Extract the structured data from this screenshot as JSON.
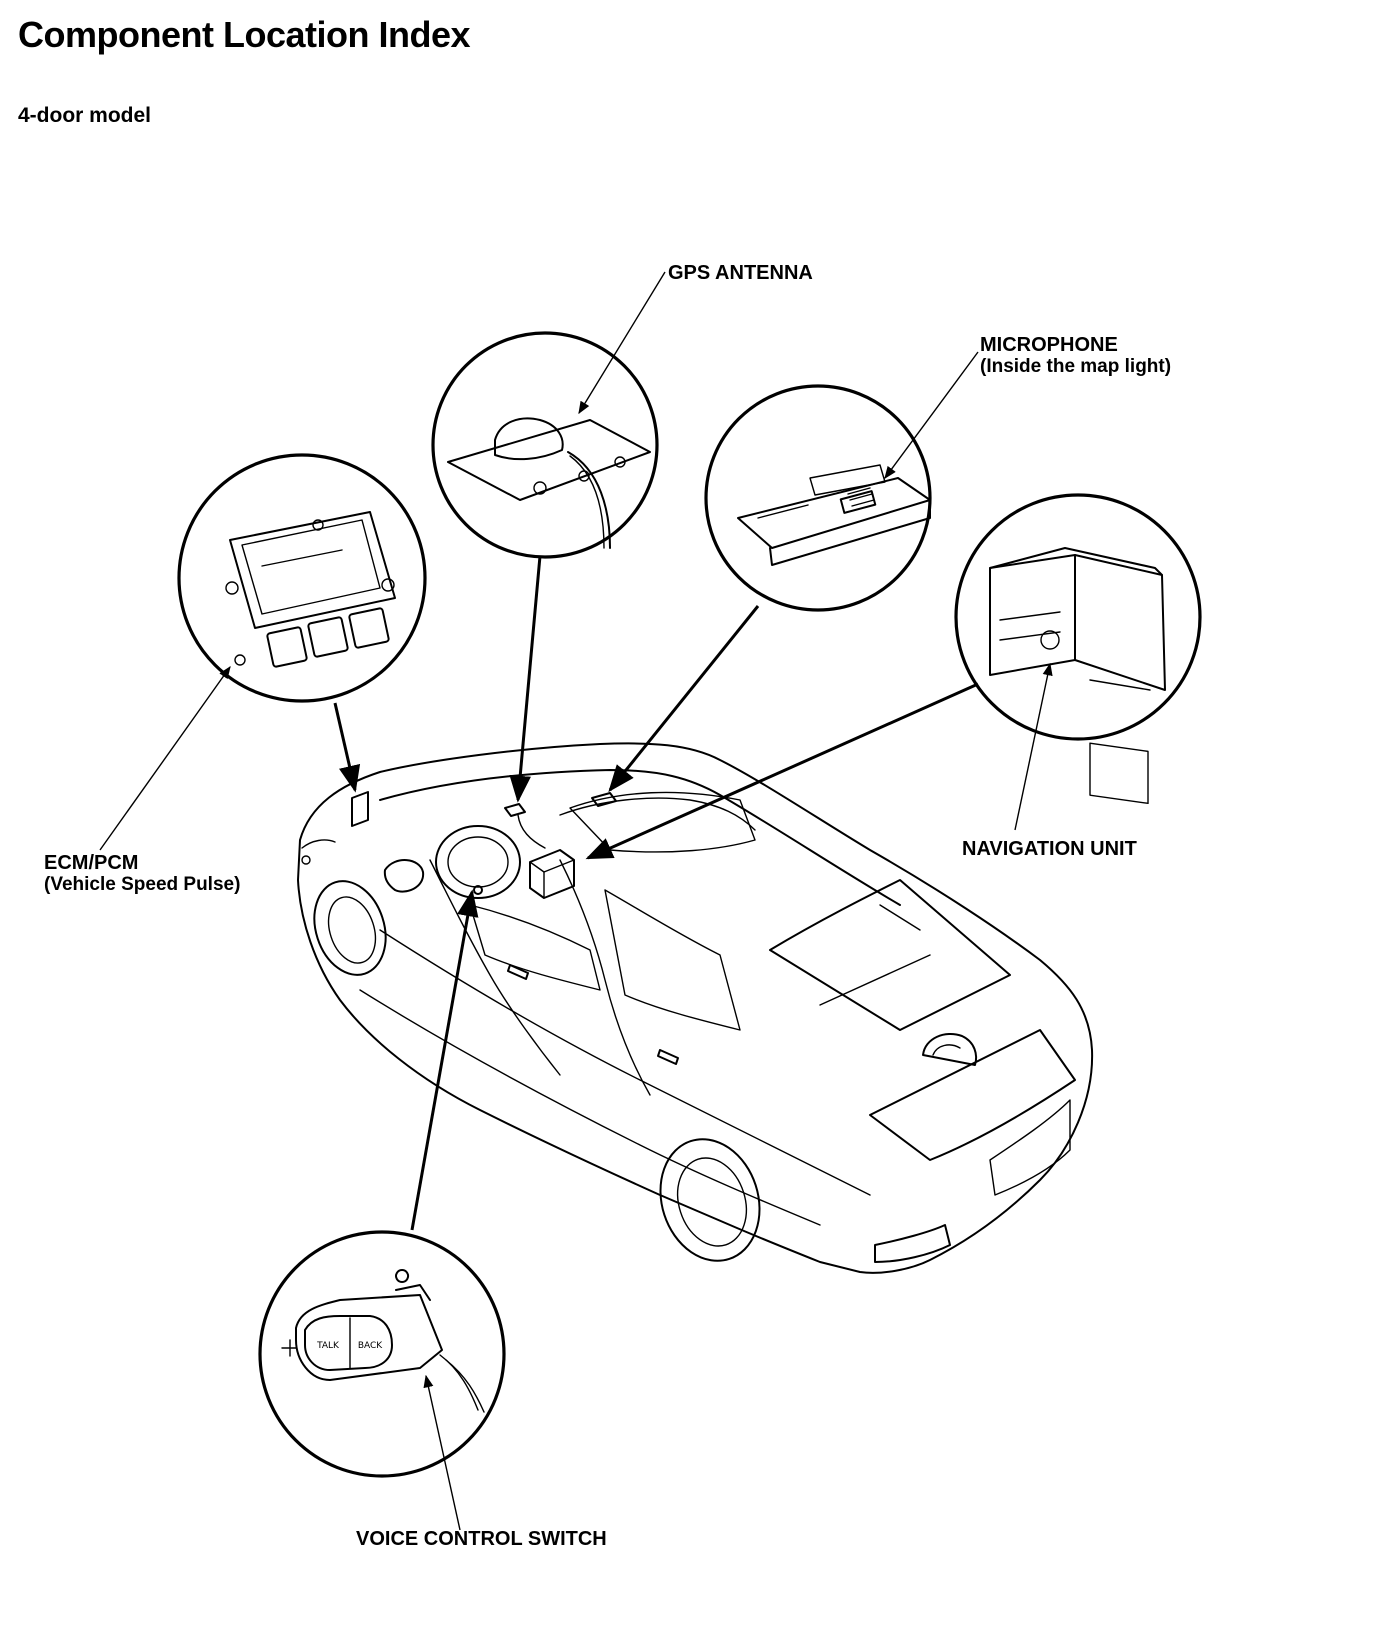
{
  "title": "Component Location Index",
  "subtitle": "4-door model",
  "labels": {
    "gps_antenna": "GPS ANTENNA",
    "microphone": "MICROPHONE",
    "microphone_note": "(Inside the map light)",
    "navigation_unit": "NAVIGATION UNIT",
    "ecm_pcm": "ECM/PCM",
    "ecm_pcm_note": "(Vehicle Speed Pulse)",
    "voice_control_switch": "VOICE CONTROL SWITCH"
  },
  "switch_button_labels": {
    "talk": "TALK",
    "back": "BACK"
  }
}
